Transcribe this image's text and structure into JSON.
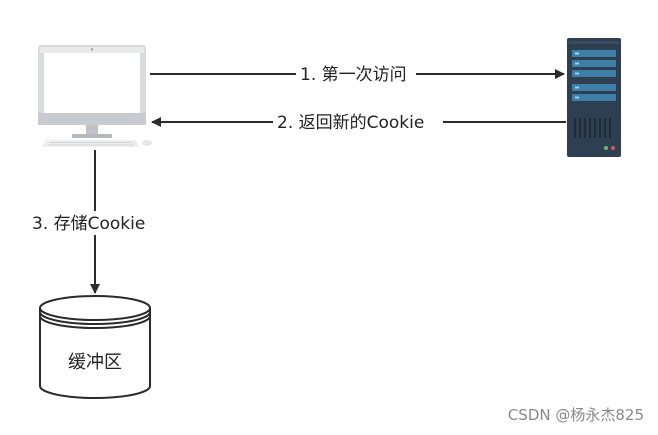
{
  "edges": {
    "first_visit": "1. 第一次访问",
    "return_cookie": "2. 返回新的Cookie",
    "store_cookie": "3. 存储Cookie"
  },
  "nodes": {
    "client": {
      "icon": "desktop-computer-icon"
    },
    "server": {
      "icon": "server-tower-icon"
    },
    "buffer": {
      "icon": "database-cylinder-icon",
      "label": "缓冲区"
    }
  },
  "watermark": "CSDN @杨永杰825",
  "colors": {
    "line": "#2b2b2b",
    "server_body": "#2f3f52",
    "server_panel": "#3d7fa7",
    "monitor_frame": "#d8dadc",
    "watermark": "#8a8a8a"
  }
}
